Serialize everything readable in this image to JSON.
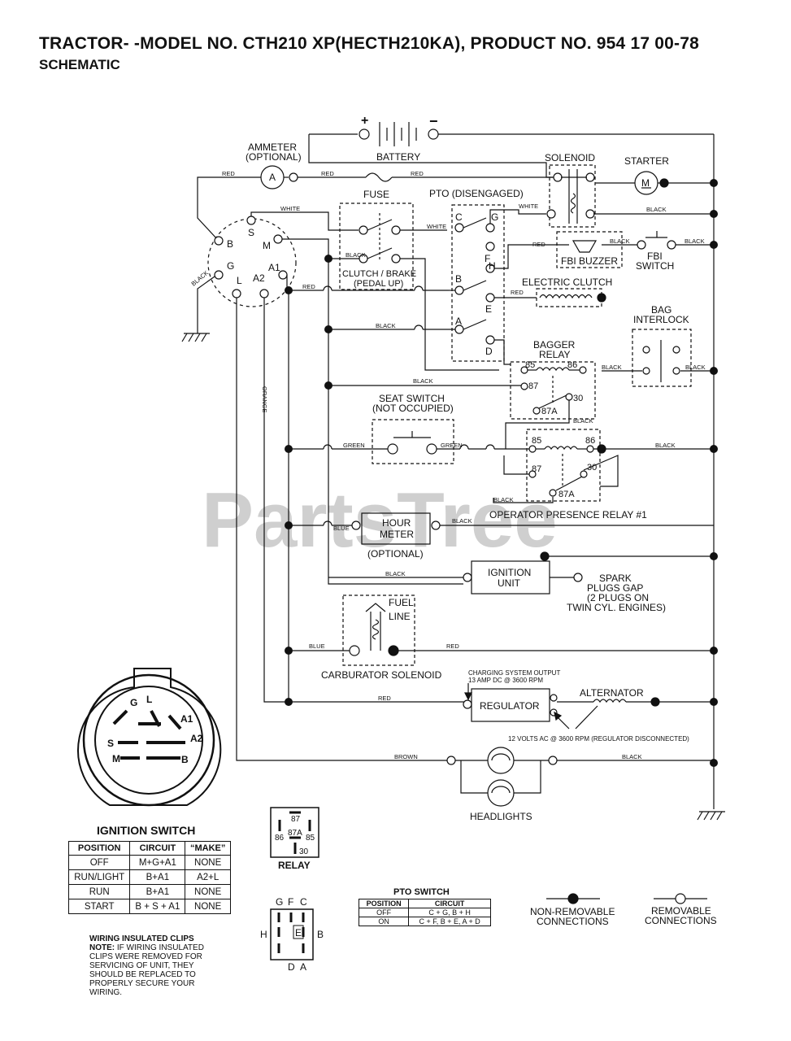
{
  "header": {
    "title": "TRACTOR- -MODEL NO. CTH210 XP(HECTH210KA), PRODUCT NO. 954 17 00-78",
    "subtitle": "SCHEMATIC"
  },
  "watermark": "PartsTree",
  "components": {
    "battery": "BATTERY",
    "battery_plus": "+",
    "battery_minus": "−",
    "ammeter": "AMMETER",
    "ammeter_opt": "(OPTIONAL)",
    "ammeter_symbol": "A",
    "solenoid": "SOLENOID",
    "starter": "STARTER",
    "starter_symbol": "M",
    "fuse": "FUSE",
    "pto": "PTO (DISENGAGED)",
    "clutch_brake_1": "CLUTCH / BRAKE",
    "clutch_brake_2": "(PEDAL UP)",
    "fbi_buzzer": "FBI BUZZER",
    "fbi_switch_1": "FBI",
    "fbi_switch_2": "SWITCH",
    "electric_clutch": "ELECTRIC CLUTCH",
    "bag_interlock_1": "BAG",
    "bag_interlock_2": "INTERLOCK",
    "bagger_relay_1": "BAGGER",
    "bagger_relay_2": "RELAY",
    "seat_switch_1": "SEAT SWITCH",
    "seat_switch_2": "(NOT OCCUPIED)",
    "operator_relay": "OPERATOR PRESENCE RELAY #1",
    "hour_meter_1": "HOUR",
    "hour_meter_2": "METER",
    "hour_meter_opt": "(OPTIONAL)",
    "ignition_unit_1": "IGNITION",
    "ignition_unit_2": "UNIT",
    "spark_1": "SPARK",
    "spark_2": "PLUGS GAP",
    "spark_3": "(2 PLUGS ON",
    "spark_4": "TWIN CYL. ENGINES)",
    "fuel_1": "FUEL",
    "fuel_2": "LINE",
    "carb_solenoid": "CARBURATOR SOLENOID",
    "charging_1": "CHARGING SYSTEM OUTPUT",
    "charging_2": "13 AMP DC @ 3600 RPM",
    "regulator": "REGULATOR",
    "alternator": "ALTERNATOR",
    "ac_note": "12 VOLTS AC @ 3600 RPM (REGULATOR DISCONNECTED)",
    "headlights": "HEADLIGHTS",
    "relay_label": "RELAY"
  },
  "ignition_terminals": [
    "B",
    "S",
    "M",
    "G",
    "A1",
    "L",
    "A2"
  ],
  "pto_terminals": [
    "C",
    "G",
    "F",
    "H",
    "B",
    "E",
    "A",
    "D"
  ],
  "relay_terminals": [
    "85",
    "86",
    "87",
    "30",
    "87A"
  ],
  "relay_pins": [
    "87",
    "86",
    "87A",
    "85",
    "30"
  ],
  "pto_pins": [
    "G",
    "F",
    "C",
    "H",
    "E",
    "B",
    "D",
    "A"
  ],
  "wires": {
    "red": "RED",
    "white": "WHITE",
    "black": "BLACK",
    "green": "GREEN",
    "blue": "BLUE",
    "orange": "ORANGE",
    "brown": "BROWN"
  },
  "ignition_switch": {
    "title": "IGNITION SWITCH",
    "face_labels": [
      "G",
      "L",
      "A1",
      "A2",
      "S",
      "M",
      "B"
    ],
    "headers": [
      "POSITION",
      "CIRCUIT",
      "“MAKE”"
    ],
    "rows": [
      [
        "OFF",
        "M+G+A1",
        "NONE"
      ],
      [
        "RUN/LIGHT",
        "B+A1",
        "A2+L"
      ],
      [
        "RUN",
        "B+A1",
        "NONE"
      ],
      [
        "START",
        "B + S + A1",
        "NONE"
      ]
    ]
  },
  "pto_switch": {
    "title": "PTO SWITCH",
    "headers": [
      "POSITION",
      "CIRCUIT"
    ],
    "rows": [
      [
        "OFF",
        "C + G, B + H"
      ],
      [
        "ON",
        "C + F, B + E, A + D"
      ]
    ]
  },
  "legend": {
    "non_removable_1": "NON-REMOVABLE",
    "non_removable_2": "CONNECTIONS",
    "removable_1": "REMOVABLE",
    "removable_2": "CONNECTIONS"
  },
  "note": {
    "title": "WIRING INSULATED CLIPS",
    "label": "NOTE:",
    "text": "IF WIRING INSULATED CLIPS WERE REMOVED FOR SERVICING OF UNIT, THEY SHOULD BE REPLACED TO PROPERLY SECURE YOUR WIRING."
  }
}
